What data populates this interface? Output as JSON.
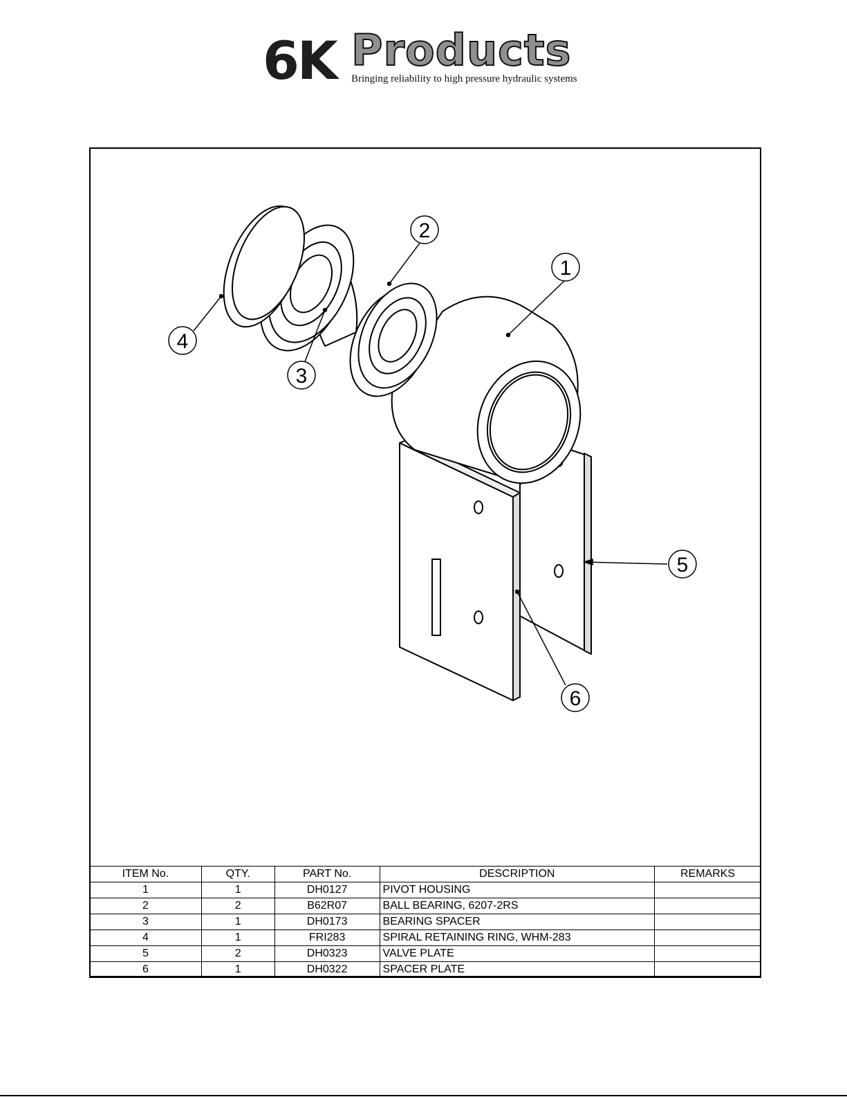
{
  "logo": {
    "mark": "6K",
    "name": "Products",
    "tagline": "Bringing reliability to high pressure hydraulic systems"
  },
  "balloons": [
    "1",
    "2",
    "3",
    "4",
    "5",
    "6"
  ],
  "bom": {
    "headers": [
      "ITEM No.",
      "QTY.",
      "PART No.",
      "DESCRIPTION",
      "REMARKS"
    ],
    "rows": [
      {
        "item": "1",
        "qty": "1",
        "part": "DH0127",
        "desc": "PIVOT HOUSING",
        "remarks": ""
      },
      {
        "item": "2",
        "qty": "2",
        "part": "B62R07",
        "desc": "BALL BEARING, 6207-2RS",
        "remarks": ""
      },
      {
        "item": "3",
        "qty": "1",
        "part": "DH0173",
        "desc": "BEARING SPACER",
        "remarks": ""
      },
      {
        "item": "4",
        "qty": "1",
        "part": "FRI283",
        "desc": "SPIRAL RETAINING RING, WHM-283",
        "remarks": ""
      },
      {
        "item": "5",
        "qty": "2",
        "part": "DH0323",
        "desc": "VALVE PLATE",
        "remarks": ""
      },
      {
        "item": "6",
        "qty": "1",
        "part": "DH0322",
        "desc": "SPACER PLATE",
        "remarks": ""
      }
    ]
  }
}
